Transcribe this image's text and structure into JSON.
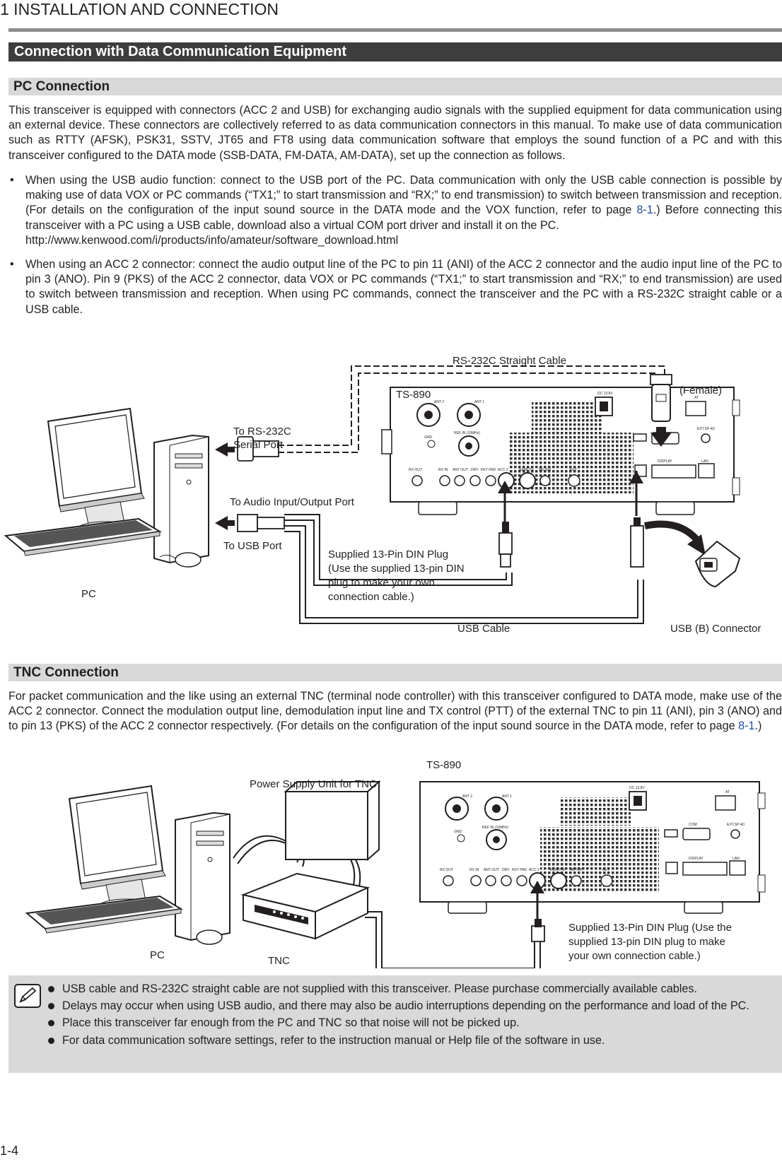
{
  "header": {
    "chapter": "1 INSTALLATION AND CONNECTION",
    "section": "Connection with Data Communication Equipment"
  },
  "pc": {
    "title": "PC Connection",
    "intro": "This transceiver is equipped with connectors (ACC 2 and USB) for exchanging audio signals with the supplied equipment for data communication using an external device. These connectors are collectively referred to as data communication connectors in this manual. To make use of data communication such as RTTY (AFSK), PSK31, SSTV, JT65 and FT8 using data communication software that employs the sound function of a PC and with this transceiver configured to the DATA mode (SSB-DATA, FM-DATA, AM-DATA), set up the connection as follows.",
    "bullet1_a": "When using the USB audio function: connect to the USB port of the PC. Data communication with only the USB cable connection is possible by making use of data VOX or PC commands (“TX1;” to start transmission and “RX;” to end transmission) to switch between transmission and reception. (For details on the configuration of the input sound source in the DATA mode and the VOX function, refer to page ",
    "bullet1_link": "8-1",
    "bullet1_b": ".) Before connecting this transceiver with a PC using a USB cable, download also a virtual COM port driver and install it on the PC.",
    "bullet1_url": "http://www.kenwood.com/i/products/info/amateur/software_download.html",
    "bullet2": "When using an ACC 2 connector: connect the audio output line of the PC to pin 11 (ANI) of the ACC 2 connector and the audio input line of the PC to pin 3 (ANO). Pin 9 (PKS) of the ACC 2 connector, data VOX or PC commands (“TX1;” to start transmission and “RX;” to end transmission) are used to switch between transmission and reception. When using PC commands, connect the transceiver and the PC with a RS-232C straight cable or a USB cable.",
    "bullet_symbol": "•"
  },
  "fig1": {
    "rs232_cable": "RS-232C Straight Cable",
    "female": "(Female)",
    "radio": "TS-890",
    "to_rs232_1": "To RS-232C",
    "to_rs232_2": "Serial Port",
    "to_audio": "To Audio Input/Output Port",
    "to_usb": "To USB Port",
    "din_1": "Supplied 13-Pin DIN Plug",
    "din_2": "(Use the supplied 13-pin DIN",
    "din_3": "plug to make your own",
    "din_4": "connection cable.)",
    "pc": "PC",
    "usb_cable": "USB Cable",
    "usb_b": "USB (B) Connector"
  },
  "tnc": {
    "title": "TNC Connection",
    "body_a": "For packet communication and the like using an external TNC (terminal node controller) with this transceiver configured to DATA mode, make use of the ACC 2 connector. Connect the modulation output line, demodulation input line and TX control (PTT) of the external TNC to pin 11 (ANI), pin 3 (ANO) and to pin 13 (PKS) of the ACC 2 connector respectively. (For details on the configuration of the input sound source in the DATA mode, refer to page ",
    "body_link": "8-1",
    "body_b": ".)"
  },
  "fig2": {
    "radio": "TS-890",
    "psu": "Power Supply Unit for TNC",
    "pc": "PC",
    "tnc": "TNC",
    "din_1": "Supplied 13-Pin DIN Plug (Use the",
    "din_2": "supplied 13-pin DIN plug to make",
    "din_3": "your own connection cable.)"
  },
  "panel": {
    "dc": "DC 13.8V",
    "ant2": "ANT 2",
    "ant1": "ANT 1",
    "refin": "REF IN (10MHz)",
    "gnd": "GND",
    "at": "AT",
    "com": "COM",
    "extsp": "EXT.SP 4Ω",
    "display": "DISPLAY",
    "lan": "LAN",
    "rxout": "RX OUT",
    "rxin": "RX IN",
    "antout": "ANT OUT",
    "drv": "DRV",
    "keypad": "KEY PAD",
    "acc2": "ACC 2",
    "remote": "REMOTE",
    "meter": "METER",
    "key": "KEY"
  },
  "notes": [
    "USB cable and RS-232C straight cable are not supplied with this transceiver. Please purchase commercially available cables.",
    "Delays may occur when using USB audio, and there may also be audio interruptions depending on the performance and load of the PC.",
    "Place this transceiver far enough from the PC and TNC so that noise will not be picked up.",
    "For data communication software settings, refer to the instruction manual or Help file of the software in use."
  ],
  "page_number": "1-4"
}
